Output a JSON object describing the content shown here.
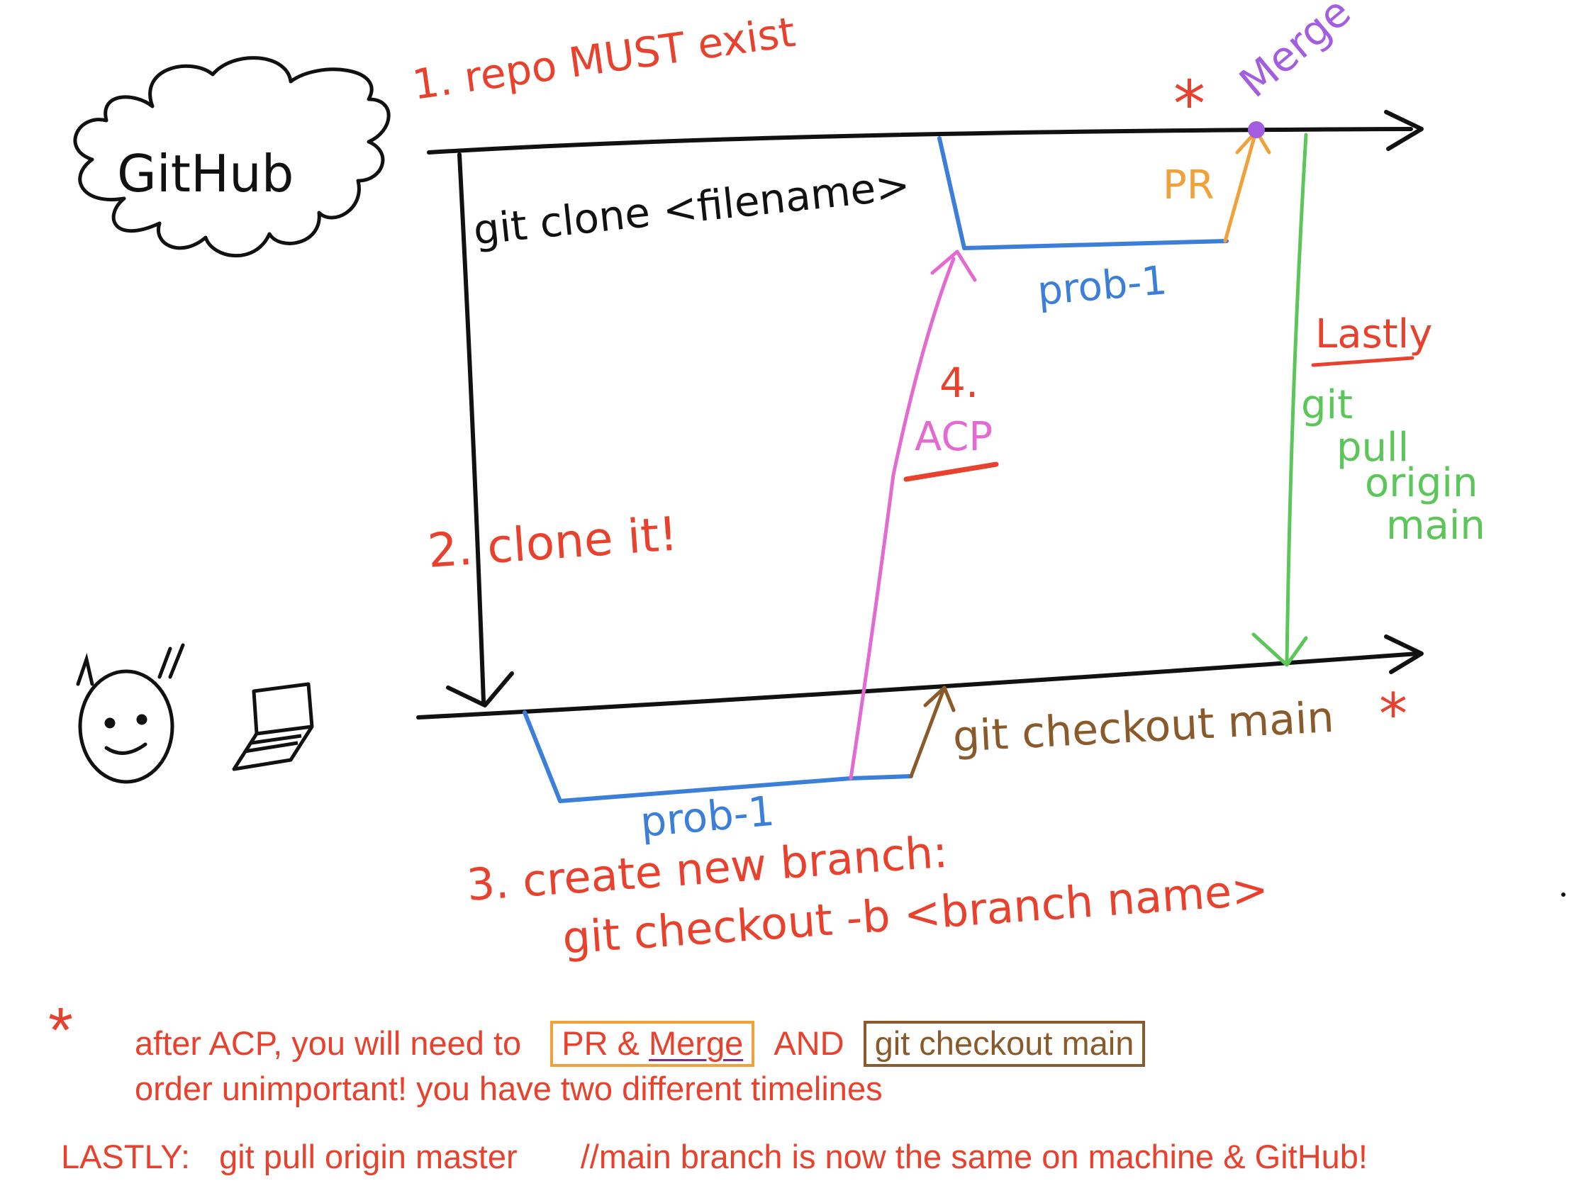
{
  "diagram": {
    "cloud_label": "GitHub",
    "step1": "1. repo MUST exist",
    "merge_label": "Merge",
    "asterisk": "*",
    "clone_command": "git clone <filename>",
    "pr_label": "PR",
    "remote_branch_label": "prob-1",
    "lastly_title": "Lastly",
    "lastly_cmd_1": "git",
    "lastly_cmd_2": "pull",
    "lastly_cmd_3": "origin",
    "lastly_cmd_4": "main",
    "step4_number": "4.",
    "step4_label": "ACP",
    "step2": "2. clone it!",
    "checkout_main": "git checkout main",
    "local_branch_label": "prob-1",
    "step3_line1": "3. create new branch:",
    "step3_line2": "git checkout -b <branch name>"
  },
  "notes": {
    "asterisk": "*",
    "line1_prefix": "after ACP, you will need to",
    "pr_and": "PR &",
    "merge": "Merge",
    "and": "AND",
    "checkout_main": "git checkout main",
    "line2": "order unimportant!  you have two different timelines",
    "lastly_label": "LASTLY:",
    "lastly_cmd": "git pull origin master",
    "comment": "//main branch is now the same on machine & GitHub!"
  },
  "colors": {
    "red": "#e8412d",
    "black": "#111111",
    "blue": "#3b7fd9",
    "pink": "#e26ad0",
    "orange": "#f2a13a",
    "purple": "#a35de0",
    "green": "#5cc65a",
    "brown": "#8a5a2b"
  }
}
